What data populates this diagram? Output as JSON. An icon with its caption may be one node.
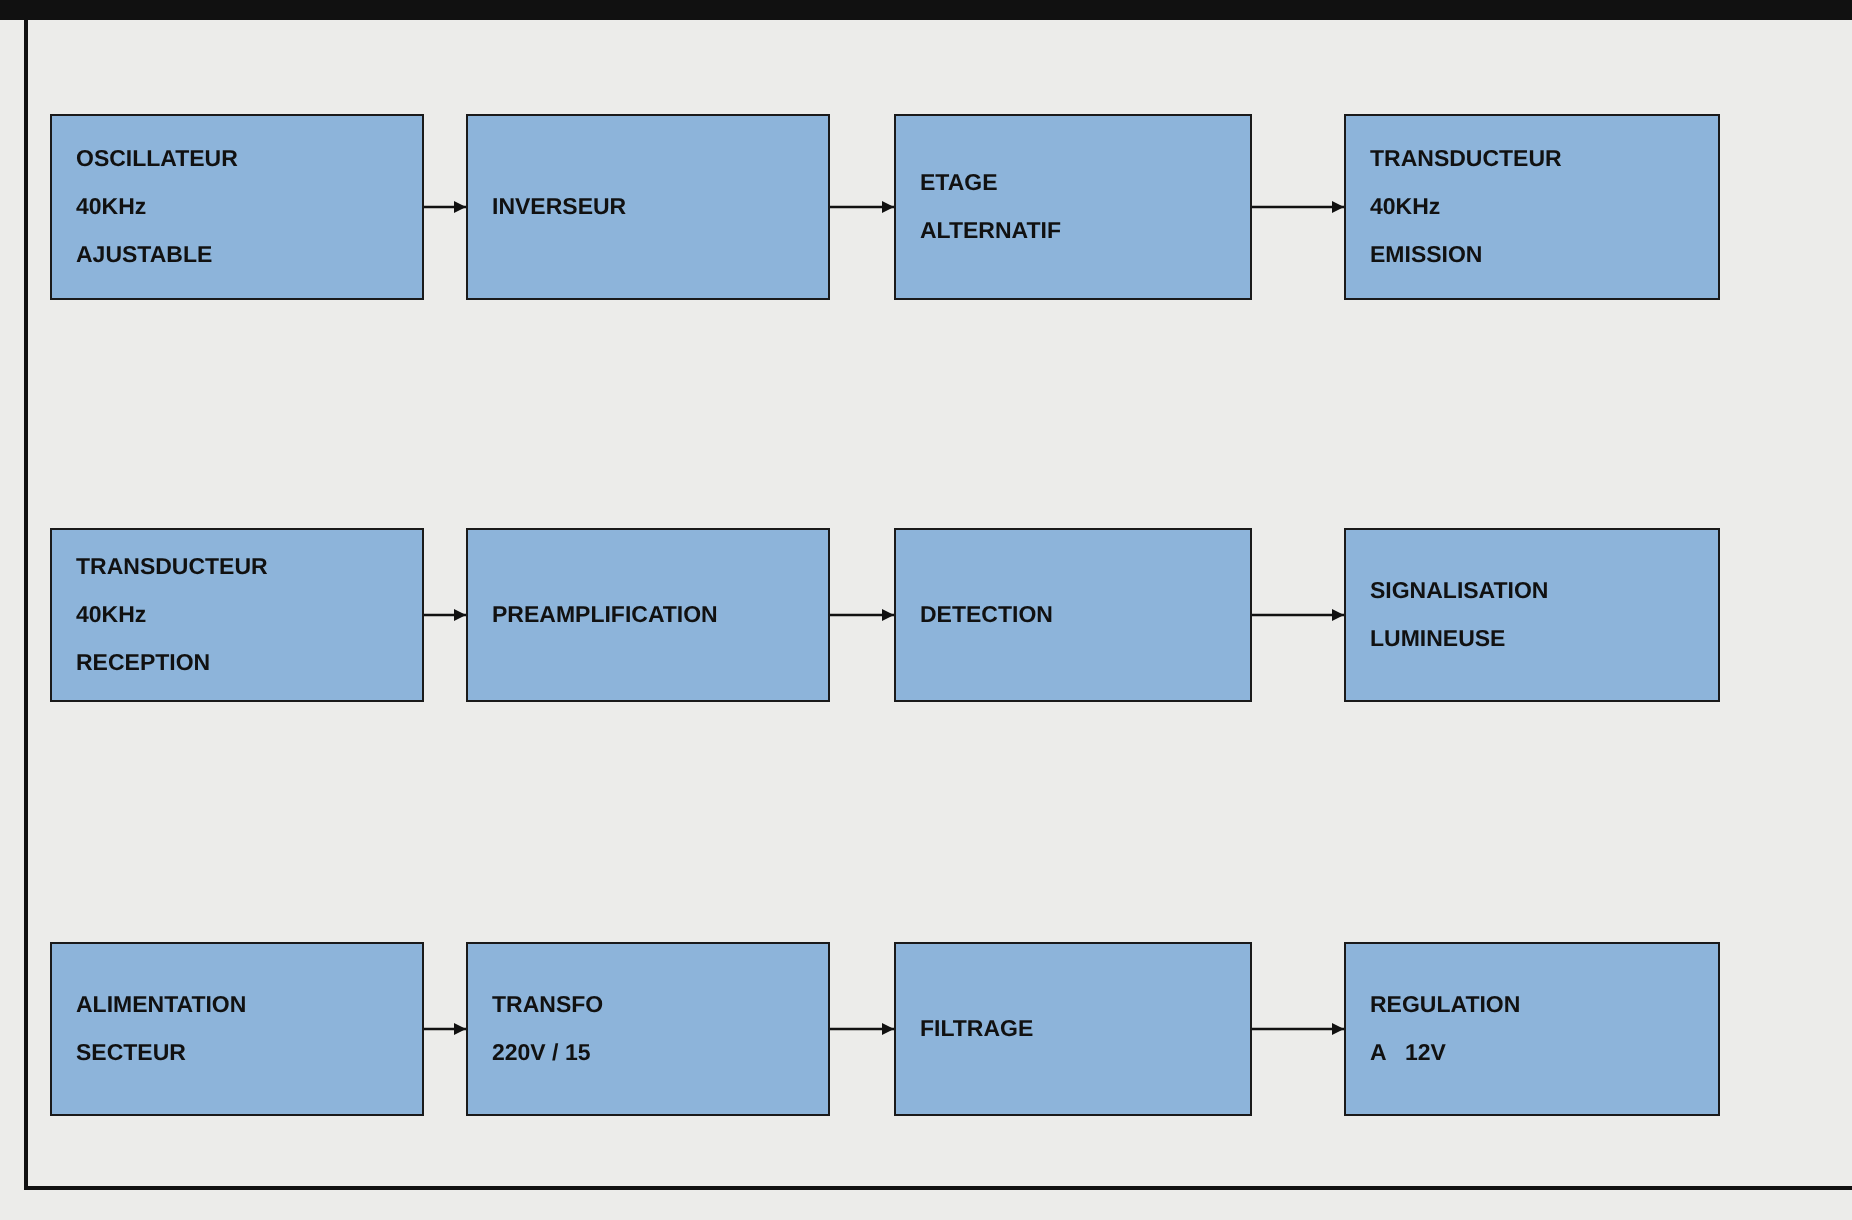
{
  "diagram": {
    "nodes": [
      {
        "text": [
          "OSCILLATEUR",
          "40KHz",
          "AJUSTABLE"
        ]
      },
      {
        "text": [
          "INVERSEUR"
        ]
      },
      {
        "text": [
          "ETAGE",
          "ALTERNATIF"
        ]
      },
      {
        "text": [
          "TRANSDUCTEUR",
          "40KHz",
          "EMISSION"
        ]
      },
      {
        "text": [
          "TRANSDUCTEUR",
          "40KHz",
          "RECEPTION"
        ]
      },
      {
        "text": [
          "PREAMPLIFICATION"
        ]
      },
      {
        "text": [
          "DETECTION"
        ]
      },
      {
        "text": [
          "SIGNALISATION",
          "LUMINEUSE"
        ]
      },
      {
        "text": [
          "ALIMENTATION",
          "SECTEUR"
        ]
      },
      {
        "text": [
          "TRANSFO",
          "220V / 15"
        ]
      },
      {
        "text": [
          "FILTRAGE"
        ]
      },
      {
        "text": [
          "REGULATION",
          "A   12V"
        ]
      }
    ],
    "edges": [
      {
        "from": 0,
        "to": 1,
        "arrow": "to"
      },
      {
        "from": 1,
        "to": 2,
        "arrow": "to"
      },
      {
        "from": 2,
        "to": 3,
        "arrow": "to"
      },
      {
        "from": 4,
        "to": 5,
        "arrow": "to"
      },
      {
        "from": 5,
        "to": 6,
        "arrow": "to"
      },
      {
        "from": 6,
        "to": 7,
        "arrow": "to"
      },
      {
        "from": 8,
        "to": 9,
        "arrow": "to"
      },
      {
        "from": 9,
        "to": 10,
        "arrow": "to"
      },
      {
        "from": 10,
        "to": 11,
        "arrow": "to"
      }
    ]
  }
}
